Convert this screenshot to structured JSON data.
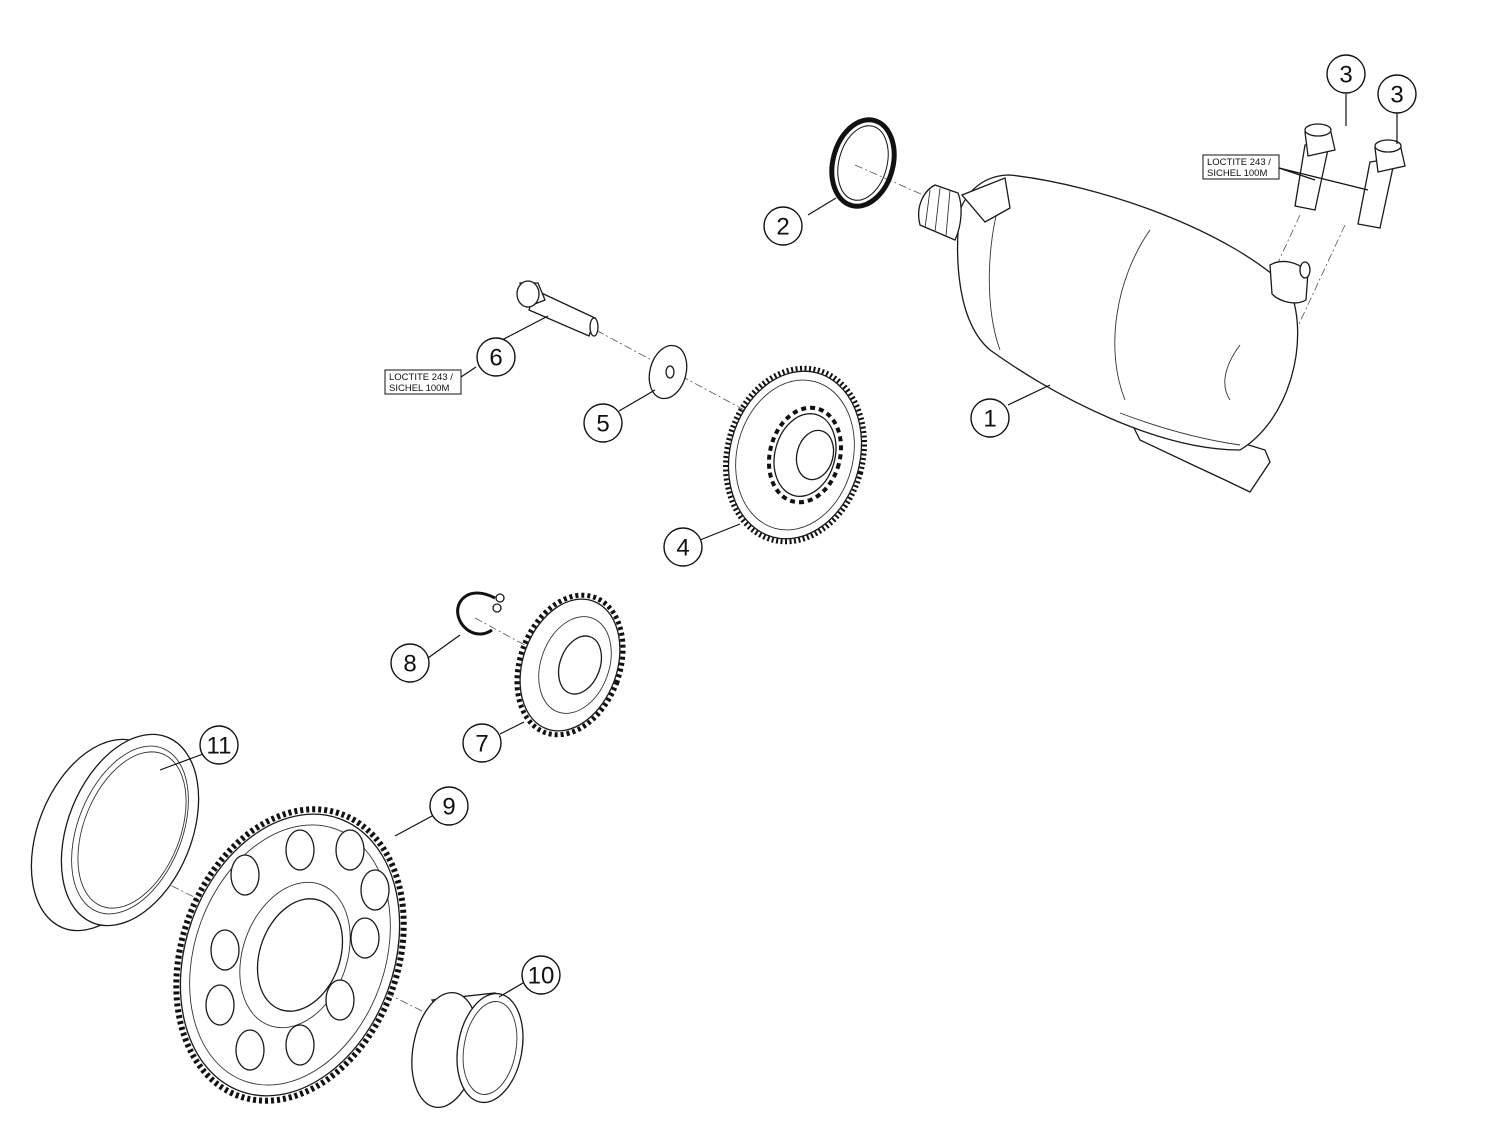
{
  "callouts": [
    {
      "id": "starter-motor",
      "label": "1"
    },
    {
      "id": "o-ring",
      "label": "2"
    },
    {
      "id": "screw-a",
      "label": "3"
    },
    {
      "id": "screw-b",
      "label": "3"
    },
    {
      "id": "idler-gear",
      "label": "4"
    },
    {
      "id": "washer",
      "label": "5"
    },
    {
      "id": "idler-bolt",
      "label": "6"
    },
    {
      "id": "intermediate-gear",
      "label": "7"
    },
    {
      "id": "circlip",
      "label": "8"
    },
    {
      "id": "starter-ring-gear",
      "label": "9"
    },
    {
      "id": "needle-bearing",
      "label": "10"
    },
    {
      "id": "freewheel",
      "label": "11"
    }
  ],
  "notes": [
    {
      "id": "note-screws",
      "line1": "LOCTITE 243 /",
      "line2": "SICHEL 100M"
    },
    {
      "id": "note-bolt",
      "line1": "LOCTITE 243 /",
      "line2": "SICHEL 100M"
    }
  ]
}
